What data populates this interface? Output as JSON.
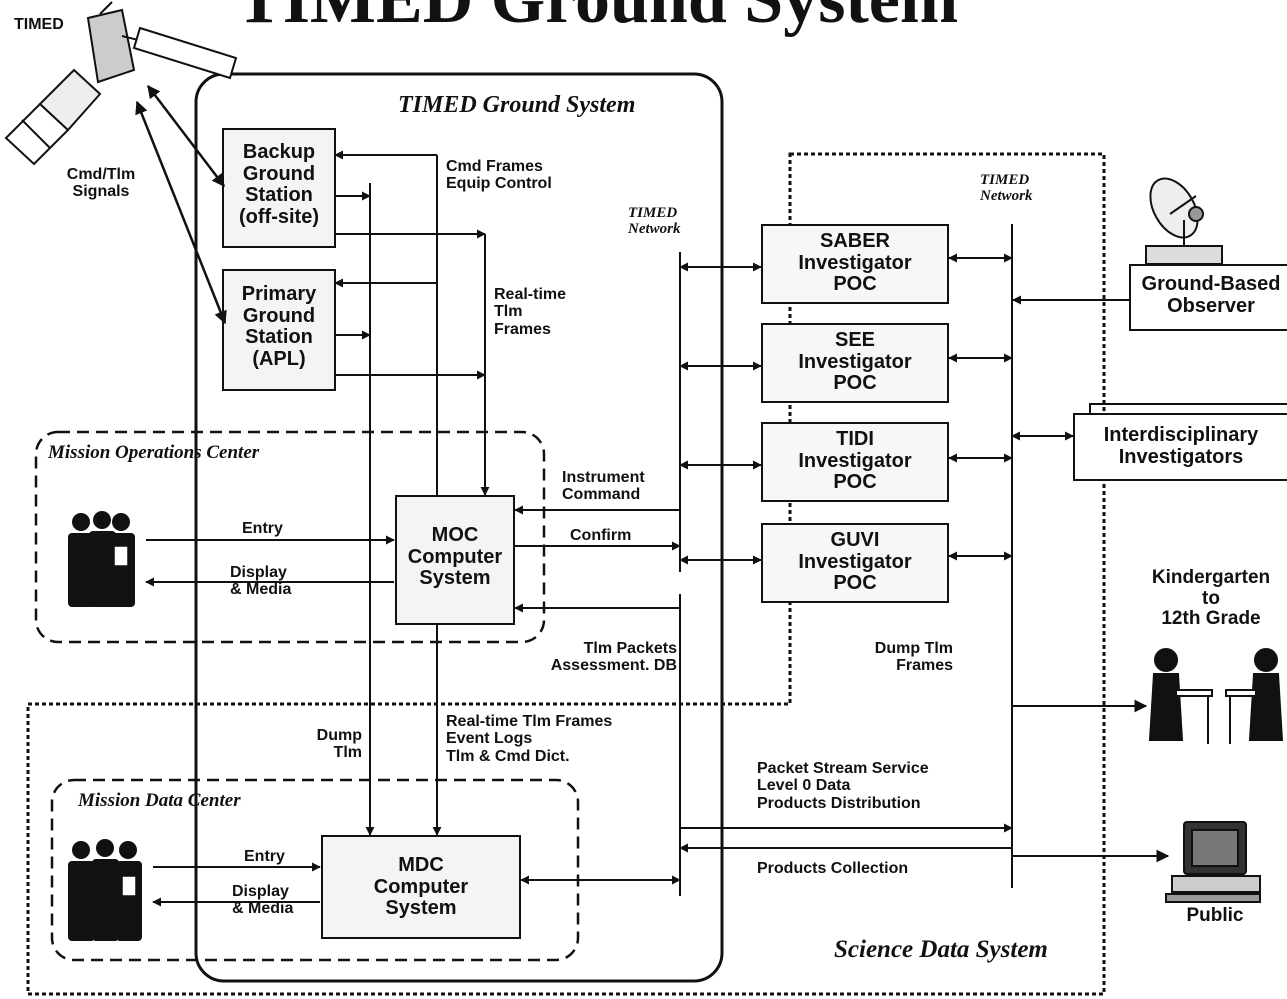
{
  "header": {
    "title": "TIMED Ground System",
    "satellite_label": "TIMED"
  },
  "regions": {
    "ground_system": "TIMED Ground System",
    "moc": "Mission Operations Center",
    "mdc": "Mission Data Center",
    "sds": "Science Data System",
    "timed_network_left": [
      "TIMED",
      "Network"
    ],
    "timed_network_right": [
      "TIMED",
      "Network"
    ]
  },
  "nodes": {
    "backup_station": [
      "Backup",
      "Ground",
      "Station",
      "(off-site)"
    ],
    "primary_station": [
      "Primary",
      "Ground",
      "Station",
      "(APL)"
    ],
    "moc_computer": [
      "MOC",
      "Computer",
      "System"
    ],
    "mdc_computer": [
      "MDC",
      "Computer",
      "System"
    ],
    "saber": [
      "SABER",
      "Investigator",
      "POC"
    ],
    "see": [
      "SEE",
      "Investigator",
      "POC"
    ],
    "tidi": [
      "TIDI",
      "Investigator",
      "POC"
    ],
    "guvi": [
      "GUVI",
      "Investigator",
      "POC"
    ],
    "ground_observer": [
      "Ground-Based",
      "Observer"
    ],
    "interdisciplinary": [
      "Interdisciplinary",
      "Investigators"
    ],
    "k12": [
      "Kindergarten",
      "to",
      "12th Grade"
    ],
    "public": "Public"
  },
  "labels": {
    "cmd_tlm_signals": [
      "Cmd/Tlm",
      "Signals"
    ],
    "cmd_frames": [
      "Cmd Frames",
      "Equip Control"
    ],
    "realtime_tlm": [
      "Real-time",
      "Tlm",
      "Frames"
    ],
    "instrument_command": [
      "Instrument",
      "Command"
    ],
    "confirm": "Confirm",
    "tlm_packets": [
      "Tlm Packets",
      "Assessment. DB"
    ],
    "moc_entry": "Entry",
    "moc_display": [
      "Display",
      "& Media"
    ],
    "dump_tlm": [
      "Dump",
      "Tlm"
    ],
    "realtime_frames_list": [
      "Real-time Tlm Frames",
      "Event Logs",
      "Tlm & Cmd Dict."
    ],
    "dump_tlm_frames": [
      "Dump Tlm",
      "Frames"
    ],
    "packet_stream": [
      "Packet Stream Service",
      "Level 0 Data",
      "Products Distribution"
    ],
    "products_collection": "Products Collection",
    "mdc_entry": "Entry",
    "mdc_display": [
      "Display",
      "& Media"
    ]
  }
}
